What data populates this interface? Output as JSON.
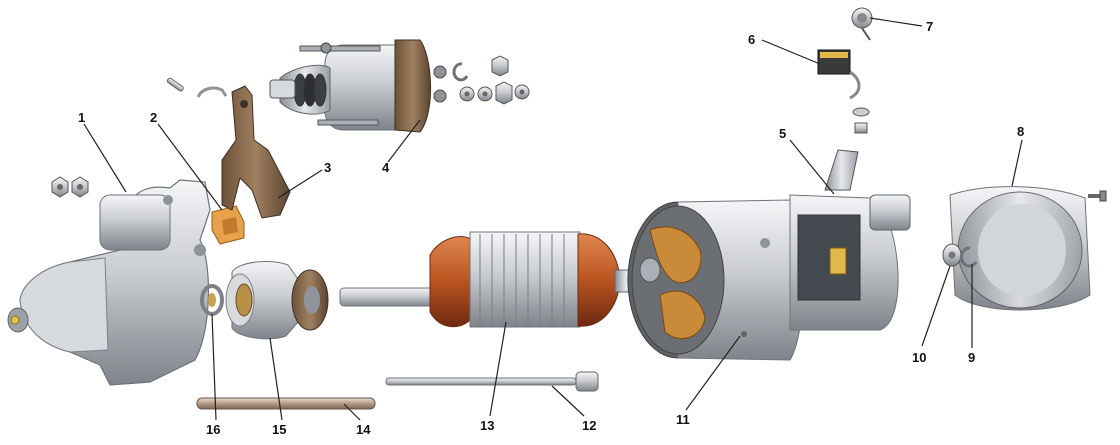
{
  "callouts": [
    {
      "id": "1",
      "label": "1"
    },
    {
      "id": "2",
      "label": "2"
    },
    {
      "id": "3",
      "label": "3"
    },
    {
      "id": "4",
      "label": "4"
    },
    {
      "id": "5",
      "label": "5"
    },
    {
      "id": "6",
      "label": "6"
    },
    {
      "id": "7",
      "label": "7"
    },
    {
      "id": "8",
      "label": "8"
    },
    {
      "id": "9",
      "label": "9"
    },
    {
      "id": "10",
      "label": "10"
    },
    {
      "id": "11",
      "label": "11"
    },
    {
      "id": "12",
      "label": "12"
    },
    {
      "id": "13",
      "label": "13"
    },
    {
      "id": "14",
      "label": "14"
    },
    {
      "id": "15",
      "label": "15"
    },
    {
      "id": "16",
      "label": "16"
    }
  ],
  "colors": {
    "metal_light": "#e3e5e8",
    "metal_mid": "#b6babf",
    "metal_dark": "#7d8288",
    "copper": "#c0592a",
    "copper_dark": "#7a2f12",
    "bronze": "#8a6a4a",
    "brass": "#c7a24a",
    "orange_bushing": "#e6a24a"
  }
}
